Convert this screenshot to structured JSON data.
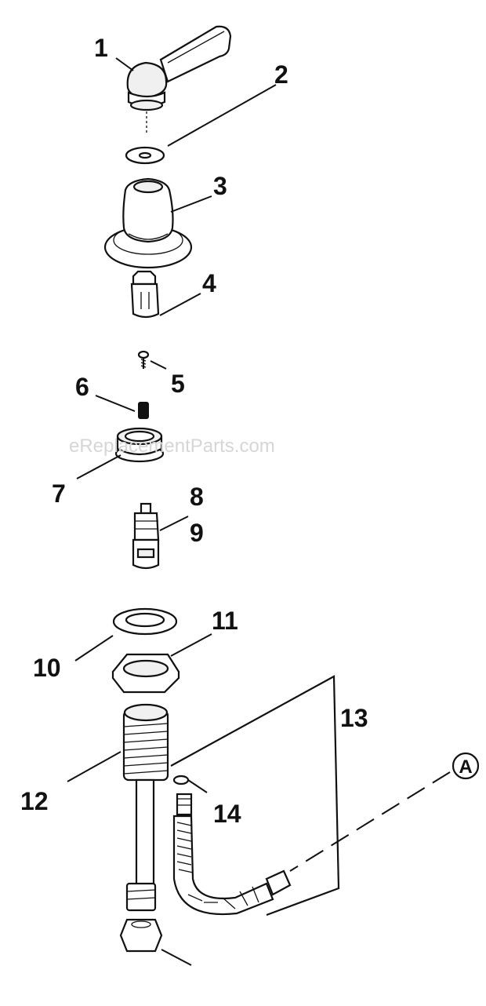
{
  "watermark": "eReplacementParts.com",
  "callouts": [
    "1",
    "2",
    "3",
    "4",
    "5",
    "6",
    "7",
    "8",
    "9",
    "10",
    "11",
    "12",
    "13",
    "14"
  ],
  "reference_mark": "A"
}
